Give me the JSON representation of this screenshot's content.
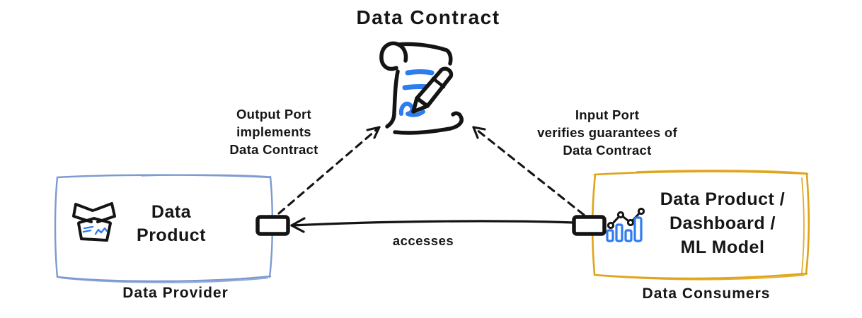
{
  "title": "Data Contract",
  "nodes": {
    "contract": {
      "icon": "contract-scroll-pencil-icon"
    },
    "provider": {
      "lines": [
        "Data",
        "Product"
      ],
      "caption": "Data Provider",
      "icon": "open-package-icon",
      "border_color": "#7d9bd1"
    },
    "consumer": {
      "lines": [
        "Data Product /",
        "Dashboard /",
        "ML Model"
      ],
      "caption": "Data Consumers",
      "icon": "trend-chart-icon",
      "border_color": "#e0a418"
    }
  },
  "edges": {
    "output_port": {
      "lines": [
        "Output Port",
        "implements",
        "Data Contract"
      ]
    },
    "input_port": {
      "lines": [
        "Input Port",
        "verifies guarantees of",
        "Data Contract"
      ]
    },
    "accesses": {
      "label": "accesses"
    }
  },
  "colors": {
    "ink": "#161616",
    "accent_blue": "#2e7cf0",
    "provider_border": "#7d9bd1",
    "consumer_border": "#e0a418",
    "background": "#ffffff"
  }
}
